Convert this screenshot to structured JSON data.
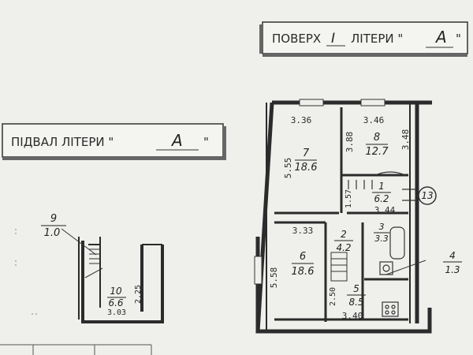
{
  "titles": {
    "floor": {
      "prefix": "ПОВЕРХ",
      "number": "I",
      "middle": "ЛІТЕРИ \"",
      "letter": "А",
      "suffix": "\""
    },
    "basement": {
      "prefix": "ПІДВАЛ ЛІТЕРИ \"",
      "letter": "А",
      "suffix": "\""
    }
  },
  "floor_rooms": [
    {
      "id": "7",
      "num": "7",
      "area": "18.6"
    },
    {
      "id": "8",
      "num": "8",
      "area": "12.7"
    },
    {
      "id": "1",
      "num": "1",
      "area": "6.2"
    },
    {
      "id": "2",
      "num": "2",
      "area": "4.2"
    },
    {
      "id": "3",
      "num": "3",
      "area": "3.3"
    },
    {
      "id": "4",
      "num": "4",
      "area": "1.3"
    },
    {
      "id": "5",
      "num": "5",
      "area": "8.5"
    },
    {
      "id": "6",
      "num": "6",
      "area": "18.6"
    }
  ],
  "floor_dims": {
    "r7_top": "3.36",
    "r8_top": "3.46",
    "r8_right": "3.48",
    "r7_8_mid": "3.88",
    "r7_left": "5.55",
    "r1_left": "1.57",
    "r1_width": "3.44",
    "r6_top": "3.33",
    "r6_left": "5.58",
    "r5_left": "2.50",
    "r5_bottom": "3.40"
  },
  "staircase_marker": "13",
  "basement_rooms": [
    {
      "id": "9",
      "num": "9",
      "area": "1.0"
    },
    {
      "id": "10",
      "num": "10",
      "area": "6.6"
    }
  ],
  "basement_dims": {
    "r10_height": "2.25",
    "r10_width": "3.03"
  }
}
